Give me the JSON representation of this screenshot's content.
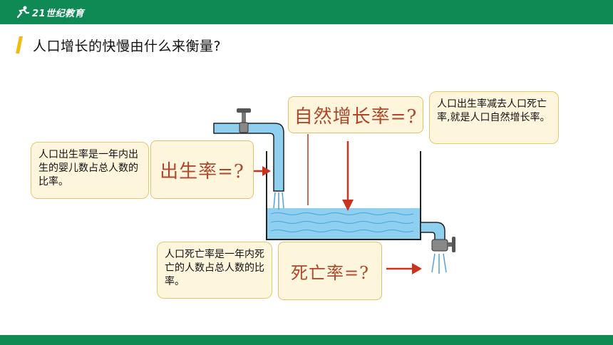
{
  "header": {
    "logo_text": "21世纪教育"
  },
  "page": {
    "title": "人口增长的快慢由什么来衡量?"
  },
  "notes": {
    "birth": "人口出生率是一年内出生的婴儿数占总人数的比率。",
    "natural": "人口出生率减去人口死亡率,就是人口自然增长率。",
    "death": "人口死亡率是一年内死亡的人数占总人数的比率。"
  },
  "boxes": {
    "birth": "出生率=?",
    "natural": "自然增长率=?",
    "death": "死亡率=?"
  },
  "colors": {
    "brand_green": "#0f8a55",
    "accent_yellow": "#f2b90f",
    "note_fill": "#fdf6dc",
    "box_text": "#b0472a",
    "water": "#8fd0f0",
    "arrow": "#c8341e"
  }
}
